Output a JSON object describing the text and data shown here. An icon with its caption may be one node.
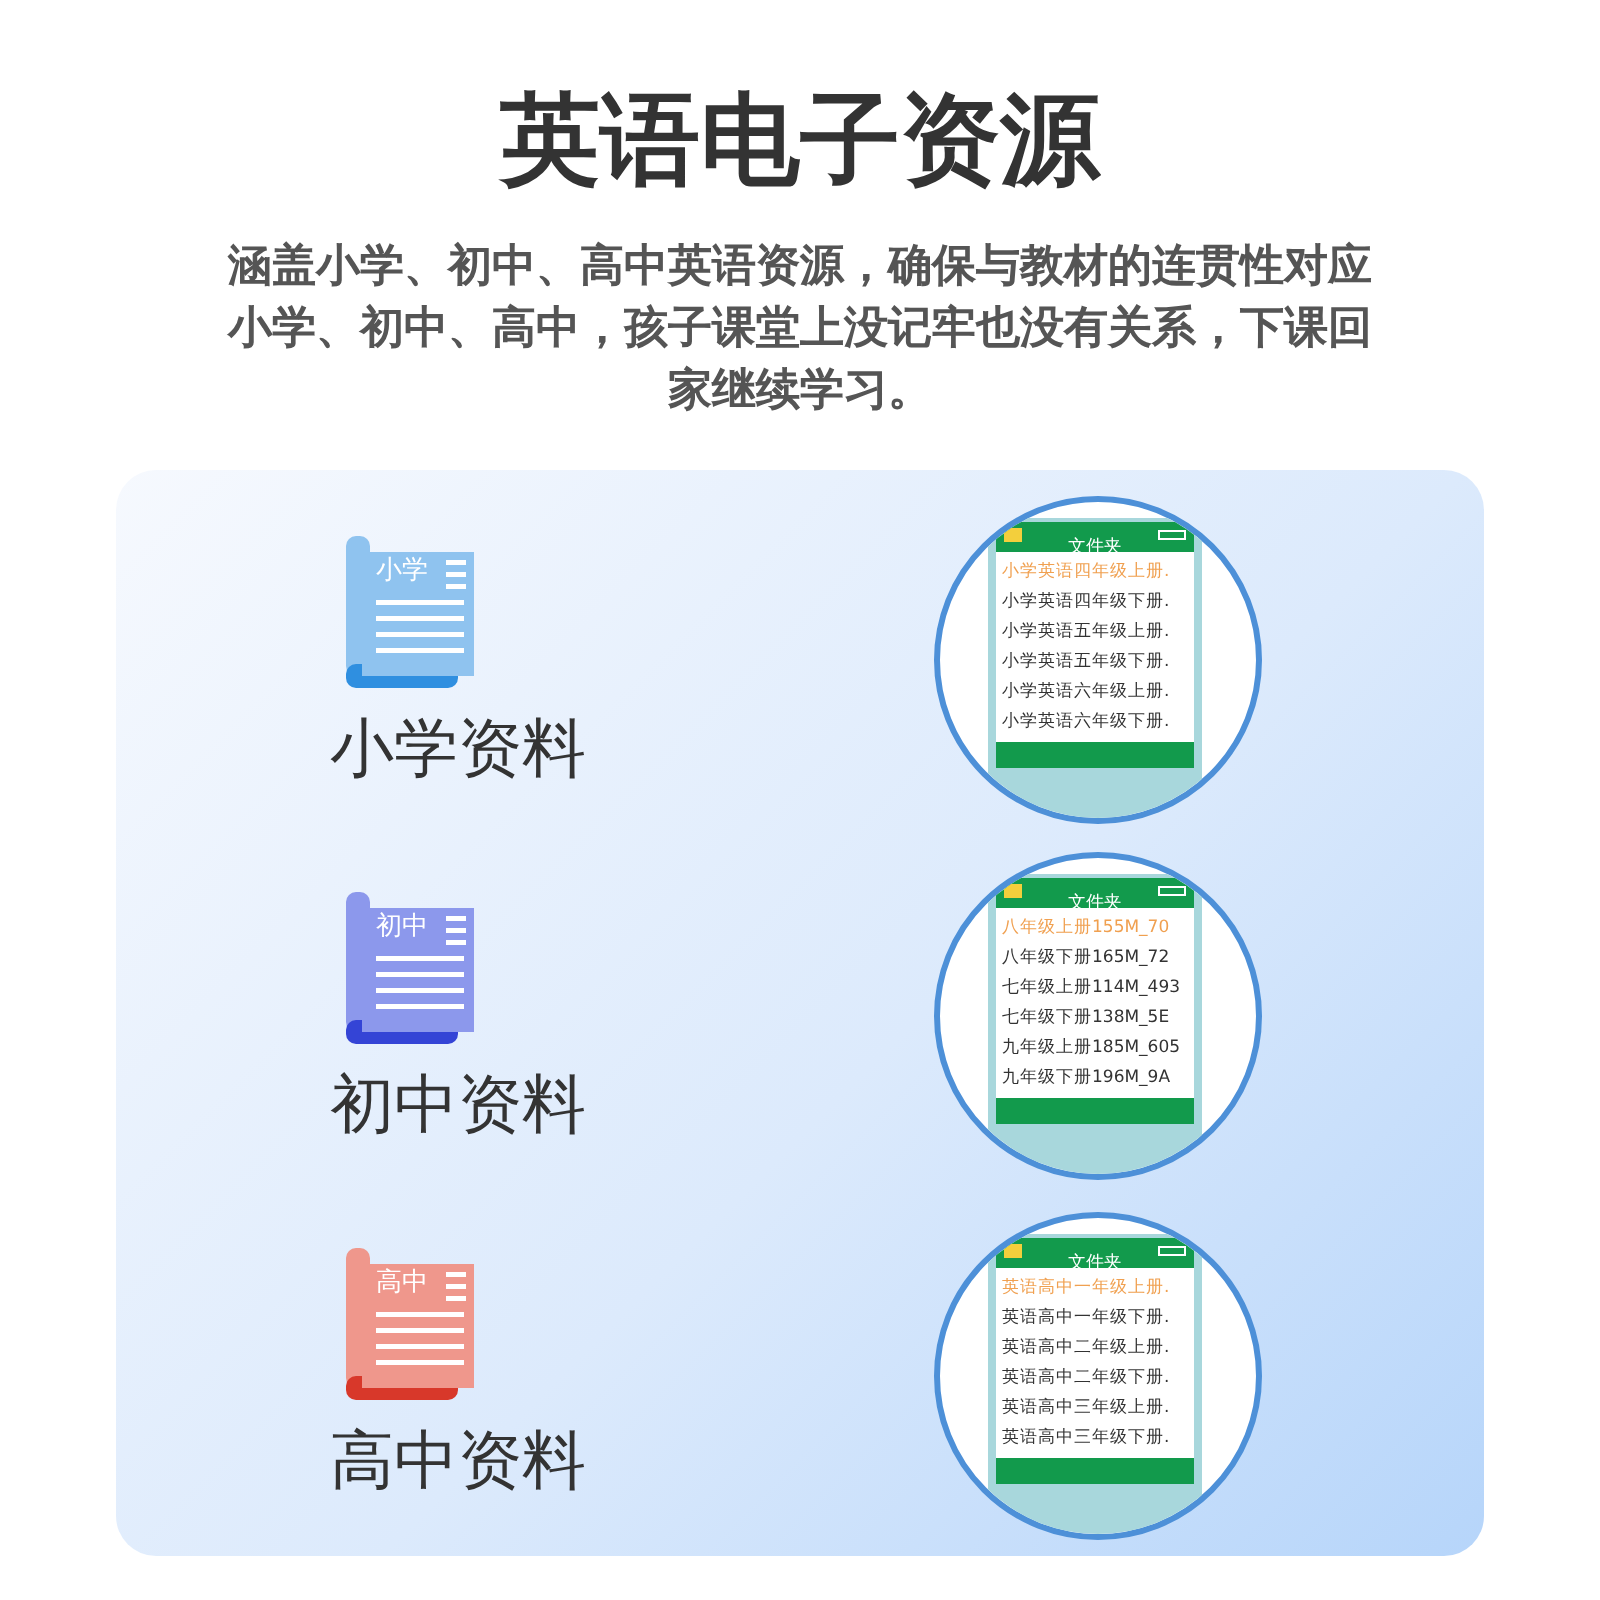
{
  "diagram": {
    "title": "英语电子资源",
    "nodes": [
      {
        "text": [
          "小学"
        ],
        "beside": [
          "小学资料"
        ]
      },
      {
        "text": [
          "初中"
        ],
        "beside": [
          "初中资料"
        ]
      },
      {
        "text": [
          "高中"
        ],
        "beside": [
          "高中资料"
        ]
      },
      {
        "text": [
          "文件夹",
          "小学英语四年级上册.",
          "小学英语四年级下册.",
          "小学英语五年级上册.",
          "小学英语五年级下册.",
          "小学英语六年级上册.",
          "小学英语六年级下册."
        ]
      },
      {
        "text": [
          "文件夹",
          "八年级上册155M_70",
          "八年级下册165M_72",
          "七年级上册114M_493",
          "七年级下册138M_5E",
          "九年级上册185M_605",
          "九年级下册196M_9A"
        ]
      },
      {
        "text": [
          "文件夹",
          "英语高中一年级上册.",
          "英语高中一年级下册.",
          "英语高中二年级上册.",
          "英语高中二年级下册.",
          "英语高中三年级上册.",
          "英语高中三年级下册."
        ]
      }
    ],
    "labels": [
      "涵盖小学、初中、高中英语资源，确保与教材的连贯性对应小学、初中、高中，孩子课堂上没记牢也没有关系，下课回家继续学习。"
    ]
  }
}
